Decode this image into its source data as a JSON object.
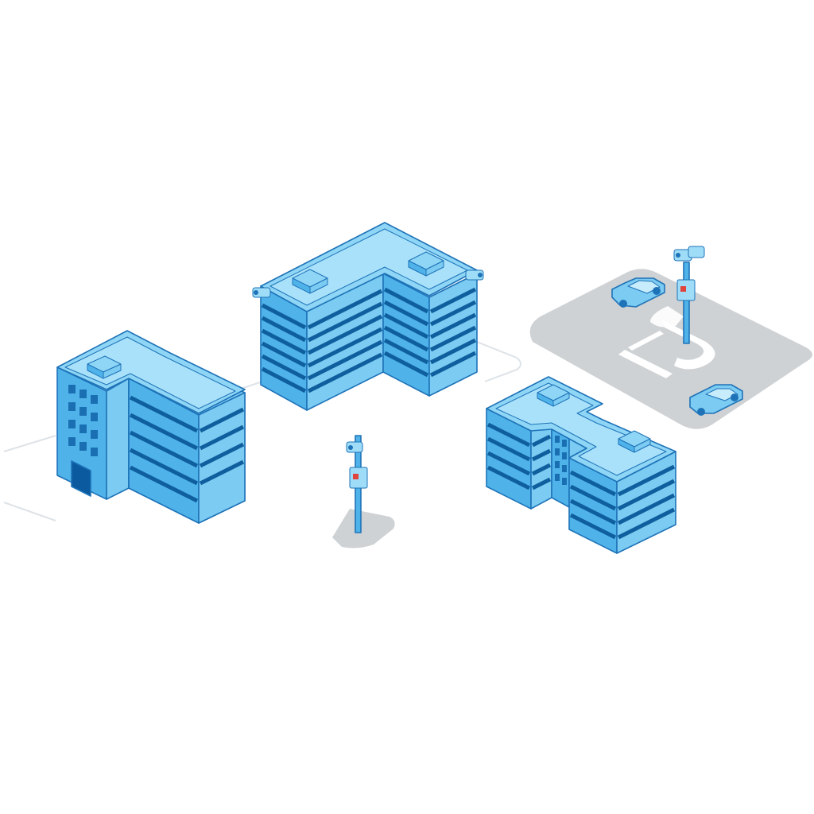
{
  "colors": {
    "background": "#ffffff",
    "roof": "#8fd6f6",
    "roof_inner": "#a9e1fa",
    "wall_left": "#4fb3ea",
    "wall_right": "#7ccbf2",
    "outline": "#1e73b8",
    "band": "#0f5f9e",
    "window": "#1a6fb3",
    "door": "#0b5aa0",
    "parking_lot": "#cfd2d4",
    "pole_shadow": "#cfd2d4",
    "car_body": "#7ccbf2",
    "signal_light": "#e0443c"
  },
  "icons": {
    "parking_marking": "parking-p-glyph",
    "rooftop_camera": "cctv-camera-icon",
    "pole_box": "control-box-icon"
  },
  "scene": {
    "buildings": [
      "office-building-left",
      "office-building-center",
      "office-building-right"
    ],
    "poles": [
      "camera-pole-center",
      "camera-pole-parking"
    ],
    "cars": [
      "parked-car-top",
      "parked-car-bottom"
    ]
  }
}
